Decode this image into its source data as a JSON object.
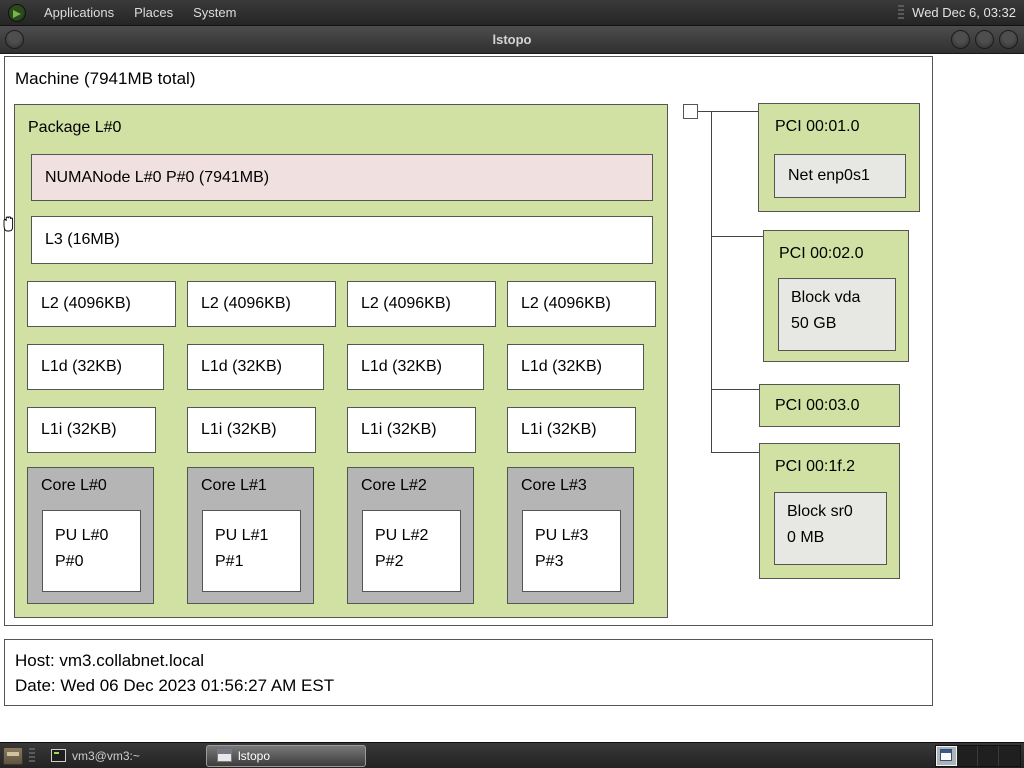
{
  "panel": {
    "menus": [
      "Applications",
      "Places",
      "System"
    ],
    "clock": "Wed Dec 6, 03:32"
  },
  "window": {
    "title": "lstopo"
  },
  "topology": {
    "machine_label": "Machine (7941MB total)",
    "package_label": "Package L#0",
    "numanode_label": "NUMANode L#0 P#0 (7941MB)",
    "l3_label": "L3 (16MB)",
    "l2_labels": [
      "L2 (4096KB)",
      "L2 (4096KB)",
      "L2 (4096KB)",
      "L2 (4096KB)"
    ],
    "l1d_labels": [
      "L1d (32KB)",
      "L1d (32KB)",
      "L1d (32KB)",
      "L1d (32KB)"
    ],
    "l1i_labels": [
      "L1i (32KB)",
      "L1i (32KB)",
      "L1i (32KB)",
      "L1i (32KB)"
    ],
    "cores": [
      {
        "label": "Core L#0",
        "pu_l": "PU L#0",
        "pu_p": "P#0"
      },
      {
        "label": "Core L#1",
        "pu_l": "PU L#1",
        "pu_p": "P#1"
      },
      {
        "label": "Core L#2",
        "pu_l": "PU L#2",
        "pu_p": "P#2"
      },
      {
        "label": "Core L#3",
        "pu_l": "PU L#3",
        "pu_p": "P#3"
      }
    ],
    "pci": [
      {
        "label": "PCI 00:01.0",
        "device_line1": "Net enp0s1",
        "device_line2": ""
      },
      {
        "label": "PCI 00:02.0",
        "device_line1": "Block vda",
        "device_line2": "50 GB"
      },
      {
        "label": "PCI 00:03.0"
      },
      {
        "label": "PCI 00:1f.2",
        "device_line1": "Block sr0",
        "device_line2": "0 MB"
      }
    ],
    "legend": {
      "host": "Host: vm3.collabnet.local",
      "date": "Date: Wed 06 Dec 2023 01:56:27 AM EST"
    }
  },
  "taskbar": {
    "items": [
      {
        "label": "vm3@vm3:~",
        "active": false
      },
      {
        "label": "lstopo",
        "active": true
      }
    ],
    "workspace_count": 4,
    "active_workspace": 1
  },
  "icons": {
    "distributor-logo": "green-circle-arrow",
    "window-menu-icon": "round-button",
    "minimize-icon": "round-button",
    "maximize-icon": "round-button",
    "close-icon": "round-button",
    "file-cabinet-icon": "brown-drawer",
    "terminal-icon": "dark-terminal-square",
    "window-icon": "mini-window",
    "hand-cursor-icon": "grab-hand"
  },
  "colors": {
    "package_green": "#d1e0a3",
    "numanode_pink": "#f0e1e0",
    "core_gray": "#b5b5b5",
    "device_gray": "#e7e7e3",
    "panel_dark": "#2e2e2e",
    "box_border": "#555555"
  }
}
